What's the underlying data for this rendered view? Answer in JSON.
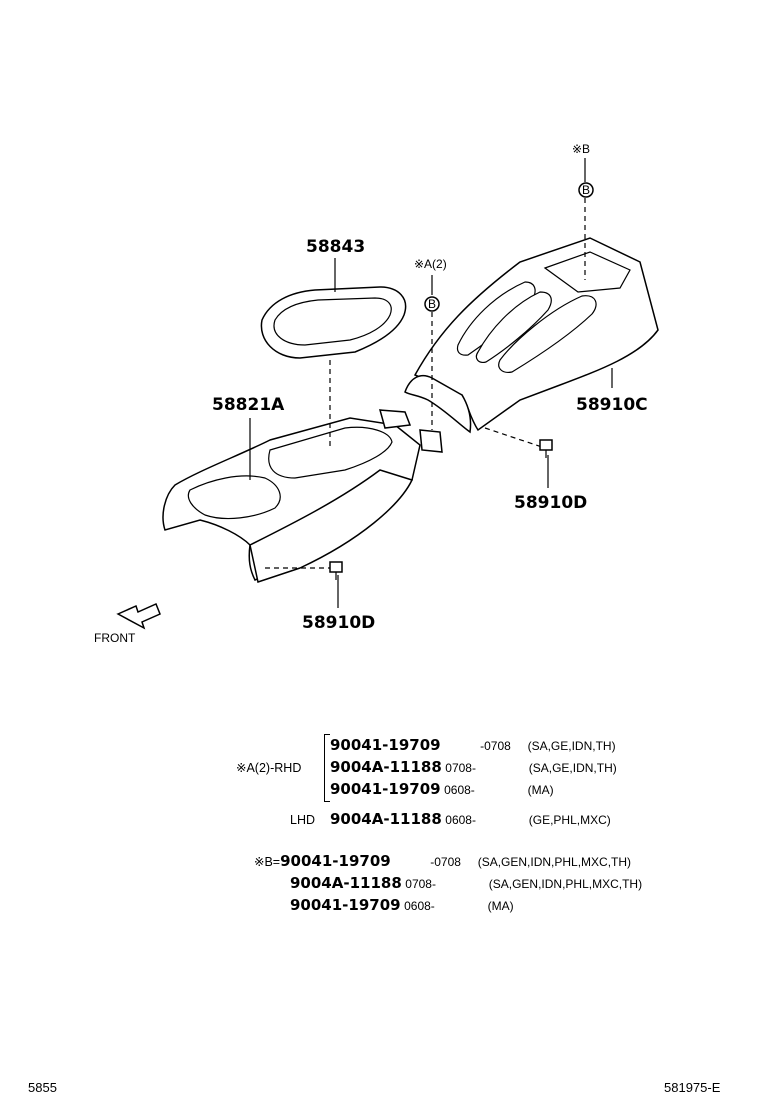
{
  "callouts": {
    "p58843": "58843",
    "p58821a": "58821A",
    "p58910c": "58910C",
    "p58910d_right": "58910D",
    "p58910d_bottom": "58910D",
    "note_a": "※A(2)",
    "note_b": "※B",
    "circle_b1": "B",
    "circle_b2": "B",
    "front": "FRONT"
  },
  "table_a": {
    "marker": "※A(2)",
    "rhd": "RHD",
    "lhd": "LHD",
    "rows": [
      {
        "part": "90041-19709",
        "date_from": "",
        "date_to": "-0708",
        "codes": "(SA,GE,IDN,TH)"
      },
      {
        "part": "9004A-11188",
        "date_from": "0708-",
        "date_to": "",
        "codes": "(SA,GE,IDN,TH)"
      },
      {
        "part": "90041-19709",
        "date_from": "0608-",
        "date_to": "",
        "codes": "(MA)"
      }
    ],
    "lhd_row": {
      "part": "9004A-11188",
      "date_from": "0608-",
      "date_to": "",
      "codes": "(GE,PHL,MXC)"
    }
  },
  "table_b": {
    "marker": "※B=",
    "rows": [
      {
        "part": "90041-19709",
        "date_from": "",
        "date_to": "-0708",
        "codes": "(SA,GEN,IDN,PHL,MXC,TH)"
      },
      {
        "part": "9004A-11188",
        "date_from": "0708-",
        "date_to": "",
        "codes": "(SA,GEN,IDN,PHL,MXC,TH)"
      },
      {
        "part": "90041-19709",
        "date_from": "0608-",
        "date_to": "",
        "codes": "(MA)"
      }
    ]
  },
  "footer": {
    "page": "5855",
    "ref": "581975-E"
  }
}
